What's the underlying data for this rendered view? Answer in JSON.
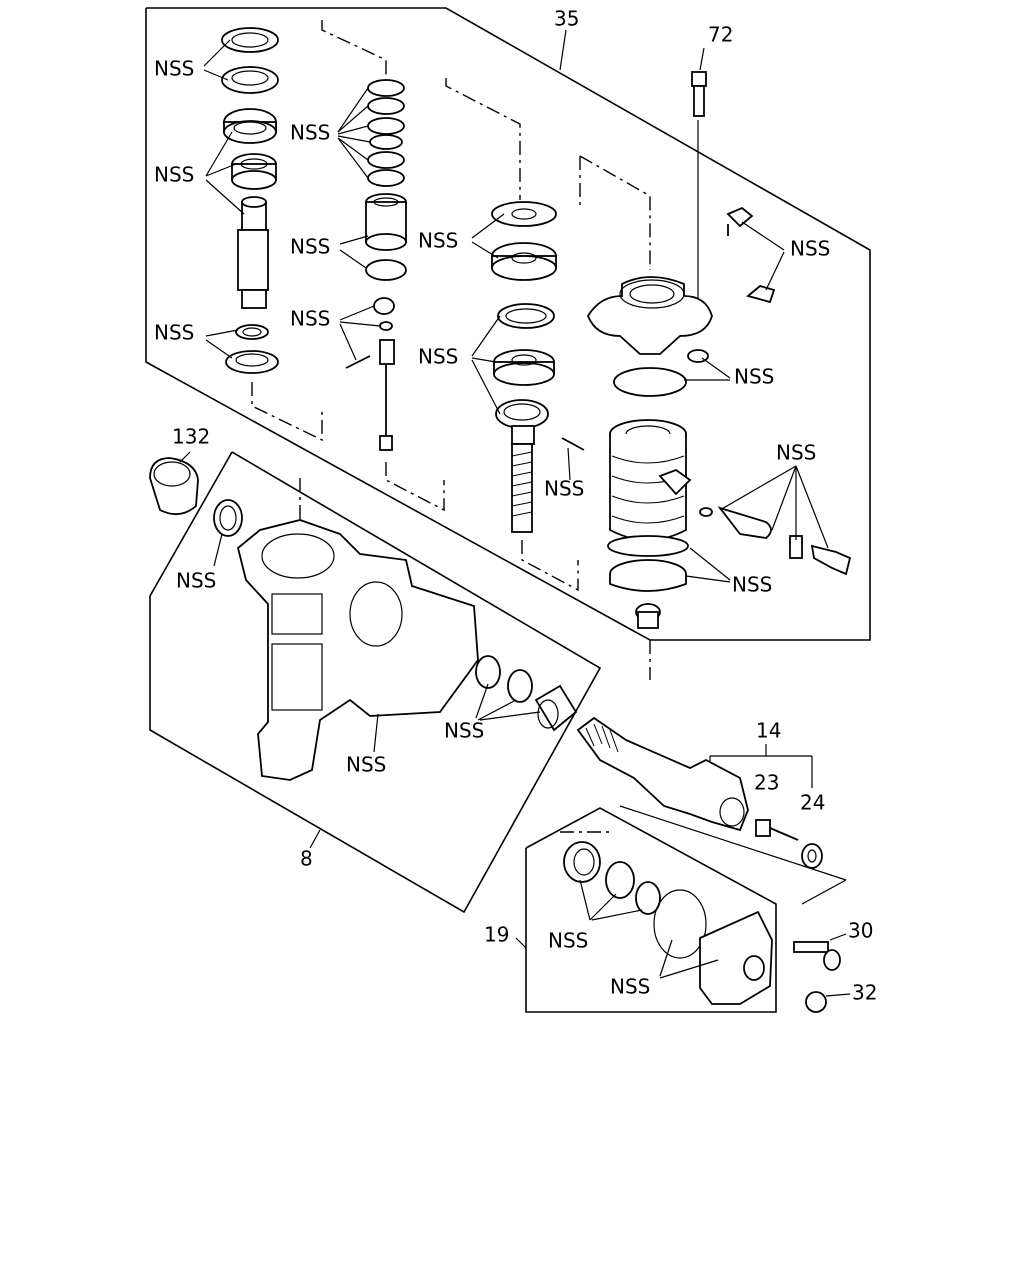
{
  "diagram": {
    "callouts": {
      "c35": "35",
      "c72": "72",
      "c132": "132",
      "c14": "14",
      "c23": "23",
      "c24": "24",
      "c8": "8",
      "c19": "19",
      "c30": "30",
      "c32": "32"
    },
    "nss_label": "NSS"
  }
}
